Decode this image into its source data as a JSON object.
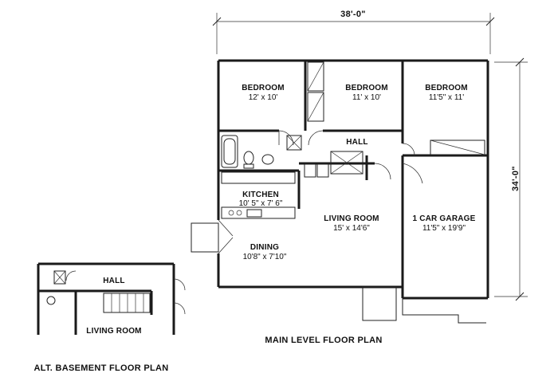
{
  "overall_width": "38'-0\"",
  "overall_depth": "34'-0\"",
  "rooms": {
    "bedroom1": {
      "name": "BEDROOM",
      "size": "12' x 10'"
    },
    "bedroom2": {
      "name": "BEDROOM",
      "size": "11' x 10'"
    },
    "bedroom3": {
      "name": "BEDROOM",
      "size": "11'5\" x 11'"
    },
    "hall": {
      "name": "HALL"
    },
    "kitchen": {
      "name": "KITCHEN",
      "size": "10' 5\" x 7' 6\""
    },
    "living": {
      "name": "LIVING ROOM",
      "size": "15' x 14'6\""
    },
    "garage": {
      "name": "1 CAR GARAGE",
      "size": "11'5\" x 19'9\""
    },
    "dining": {
      "name": "DINING",
      "size": "10'8\" x 7'10\""
    }
  },
  "main_title": "MAIN LEVEL FLOOR PLAN",
  "alt": {
    "hall": "HALL",
    "living": "LIVING ROOM",
    "title": "ALT. BASEMENT FLOOR PLAN"
  }
}
